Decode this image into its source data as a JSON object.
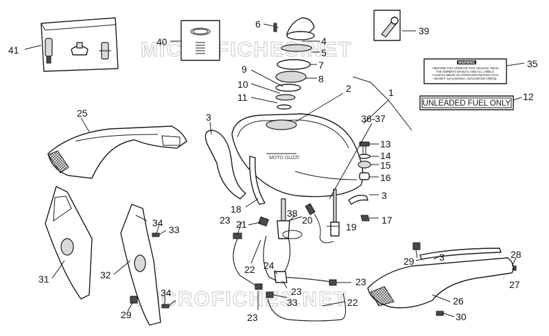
{
  "watermark": "MICROFICHES.NET",
  "unleaded_label": "UNLEADED FUEL ONLY",
  "warning_label": {
    "title": "WARNING",
    "lines": [
      "• BEFORE YOU OPERATE THIS VEHICLE, READ",
      "THE OWNER'S MANUAL AND ALL LABELS.",
      "• ALWAYS WEAR AN APPROVED MOTORCYCLE",
      "HELMET, eye protection, and protective clothing."
    ]
  },
  "tank_badge": "MOTO GUZZI",
  "callouts": {
    "c1": "1",
    "c2": "2",
    "c3a": "3",
    "c3b": "3",
    "c3c": "3",
    "c4": "4",
    "c5": "5",
    "c6": "6",
    "c7": "7",
    "c8": "8",
    "c9": "9",
    "c10": "10",
    "c11": "11",
    "c12": "12",
    "c13": "13",
    "c14": "14",
    "c15": "15",
    "c16": "16",
    "c17": "17",
    "c18": "18",
    "c19": "19",
    "c20": "20",
    "c21": "21",
    "c22a": "22",
    "c22b": "22",
    "c23a": "23",
    "c23b": "23",
    "c23c": "23",
    "c23d": "23",
    "c24": "24",
    "c25": "25",
    "c26": "26",
    "c27": "27",
    "c28": "28",
    "c29a": "29",
    "c29b": "29",
    "c30": "30",
    "c31": "31",
    "c32": "32",
    "c33a": "33",
    "c33b": "33",
    "c34a": "34",
    "c34b": "34",
    "c35": "35",
    "c3637": "36-37",
    "c38": "38",
    "c39": "39",
    "c40": "40",
    "c41": "41"
  }
}
